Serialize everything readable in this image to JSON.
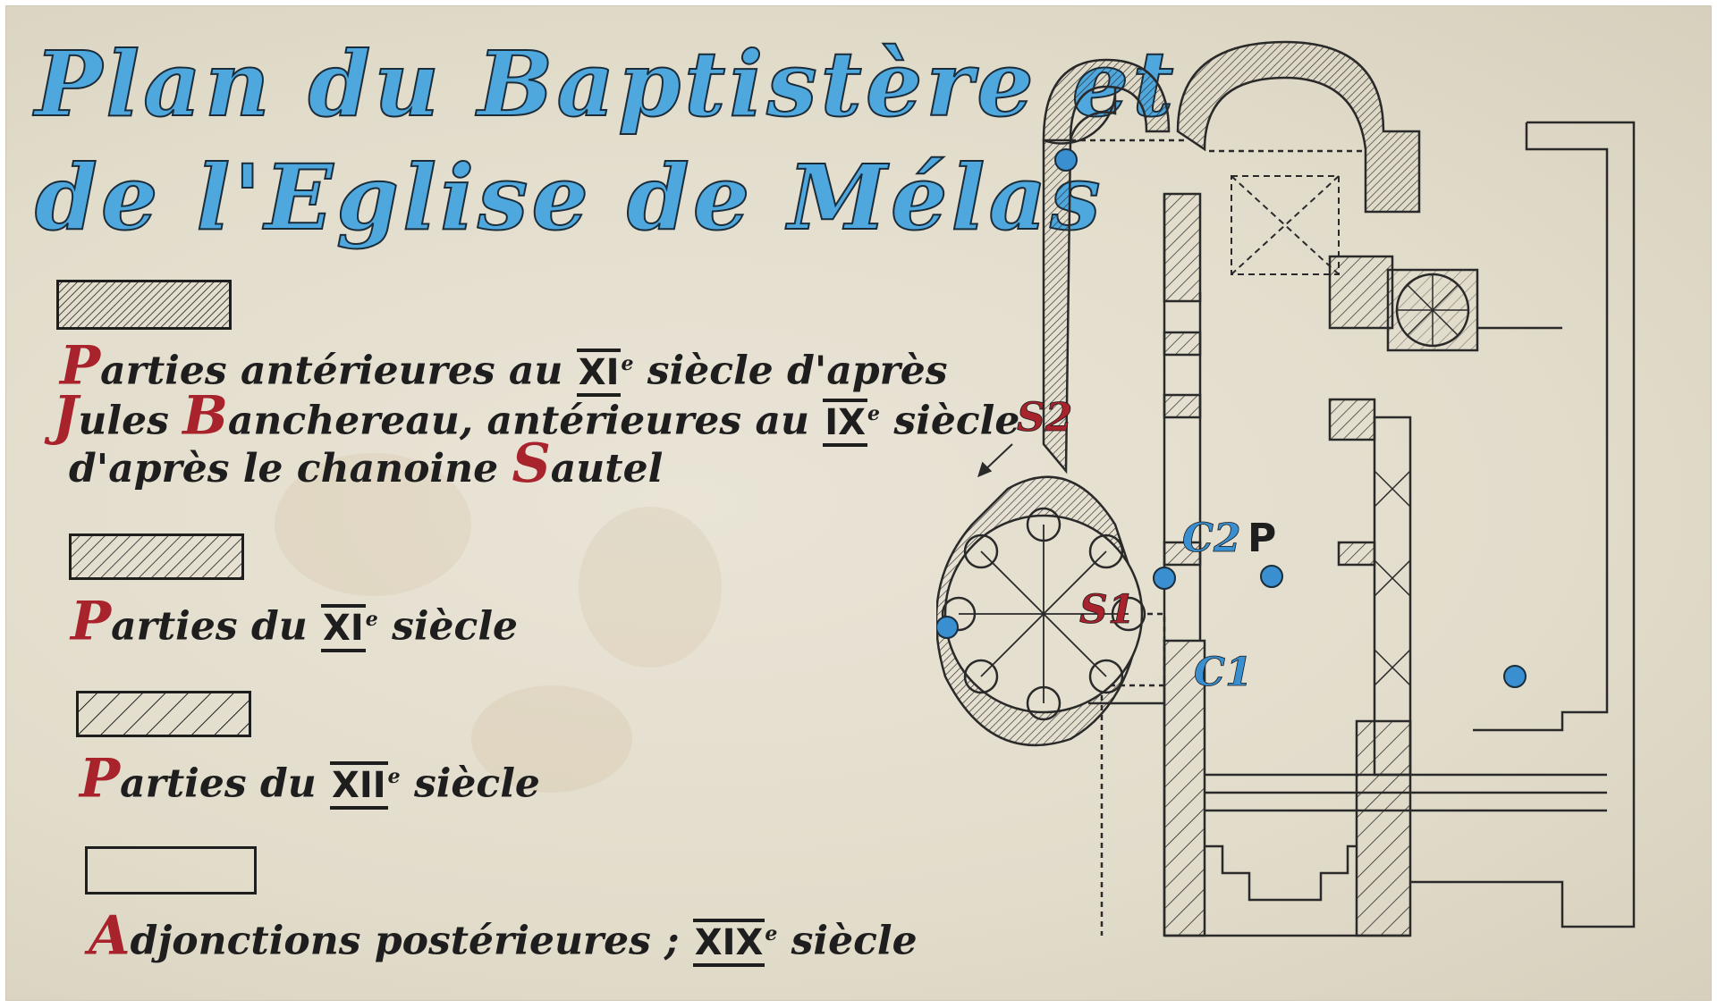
{
  "title": {
    "line1": "Plan du Baptistère et",
    "line2": "de l'Eglise de Mélas"
  },
  "legend": {
    "item1": {
      "l1_cap": "P",
      "l1_a": "arties antérieures au ",
      "l1_roman": "XI",
      "l1_sup": "e",
      "l1_b": " siècle d'après",
      "l2_cap": "J",
      "l2_a": "ules ",
      "l2_cap2": "B",
      "l2_b": "anchereau, antérieures au ",
      "l2_roman": "IX",
      "l2_sup": "e",
      "l2_c": " siècle",
      "l3_a": "d'après le chanoine ",
      "l3_cap": "S",
      "l3_b": "autel"
    },
    "item2": {
      "cap": "P",
      "a": "arties du ",
      "roman": "XI",
      "sup": "e",
      "b": " siècle"
    },
    "item3": {
      "cap": "P",
      "a": "arties du ",
      "roman": "XII",
      "sup": "e",
      "b": " siècle"
    },
    "item4": {
      "cap": "A",
      "a": "djonctions postérieures ; ",
      "roman": "XIX",
      "sup": "e",
      "b": " siècle"
    }
  },
  "plan_labels": {
    "s2": "S2",
    "s1": "S1",
    "c2": "C2",
    "c1": "C1",
    "p": "P"
  },
  "colors": {
    "title_blue": "#4ea7dd",
    "initial_red": "#a8232c",
    "ink": "#1e1e1e",
    "label_blue": "#3a8fd0",
    "paper": "#e5dfcf"
  }
}
